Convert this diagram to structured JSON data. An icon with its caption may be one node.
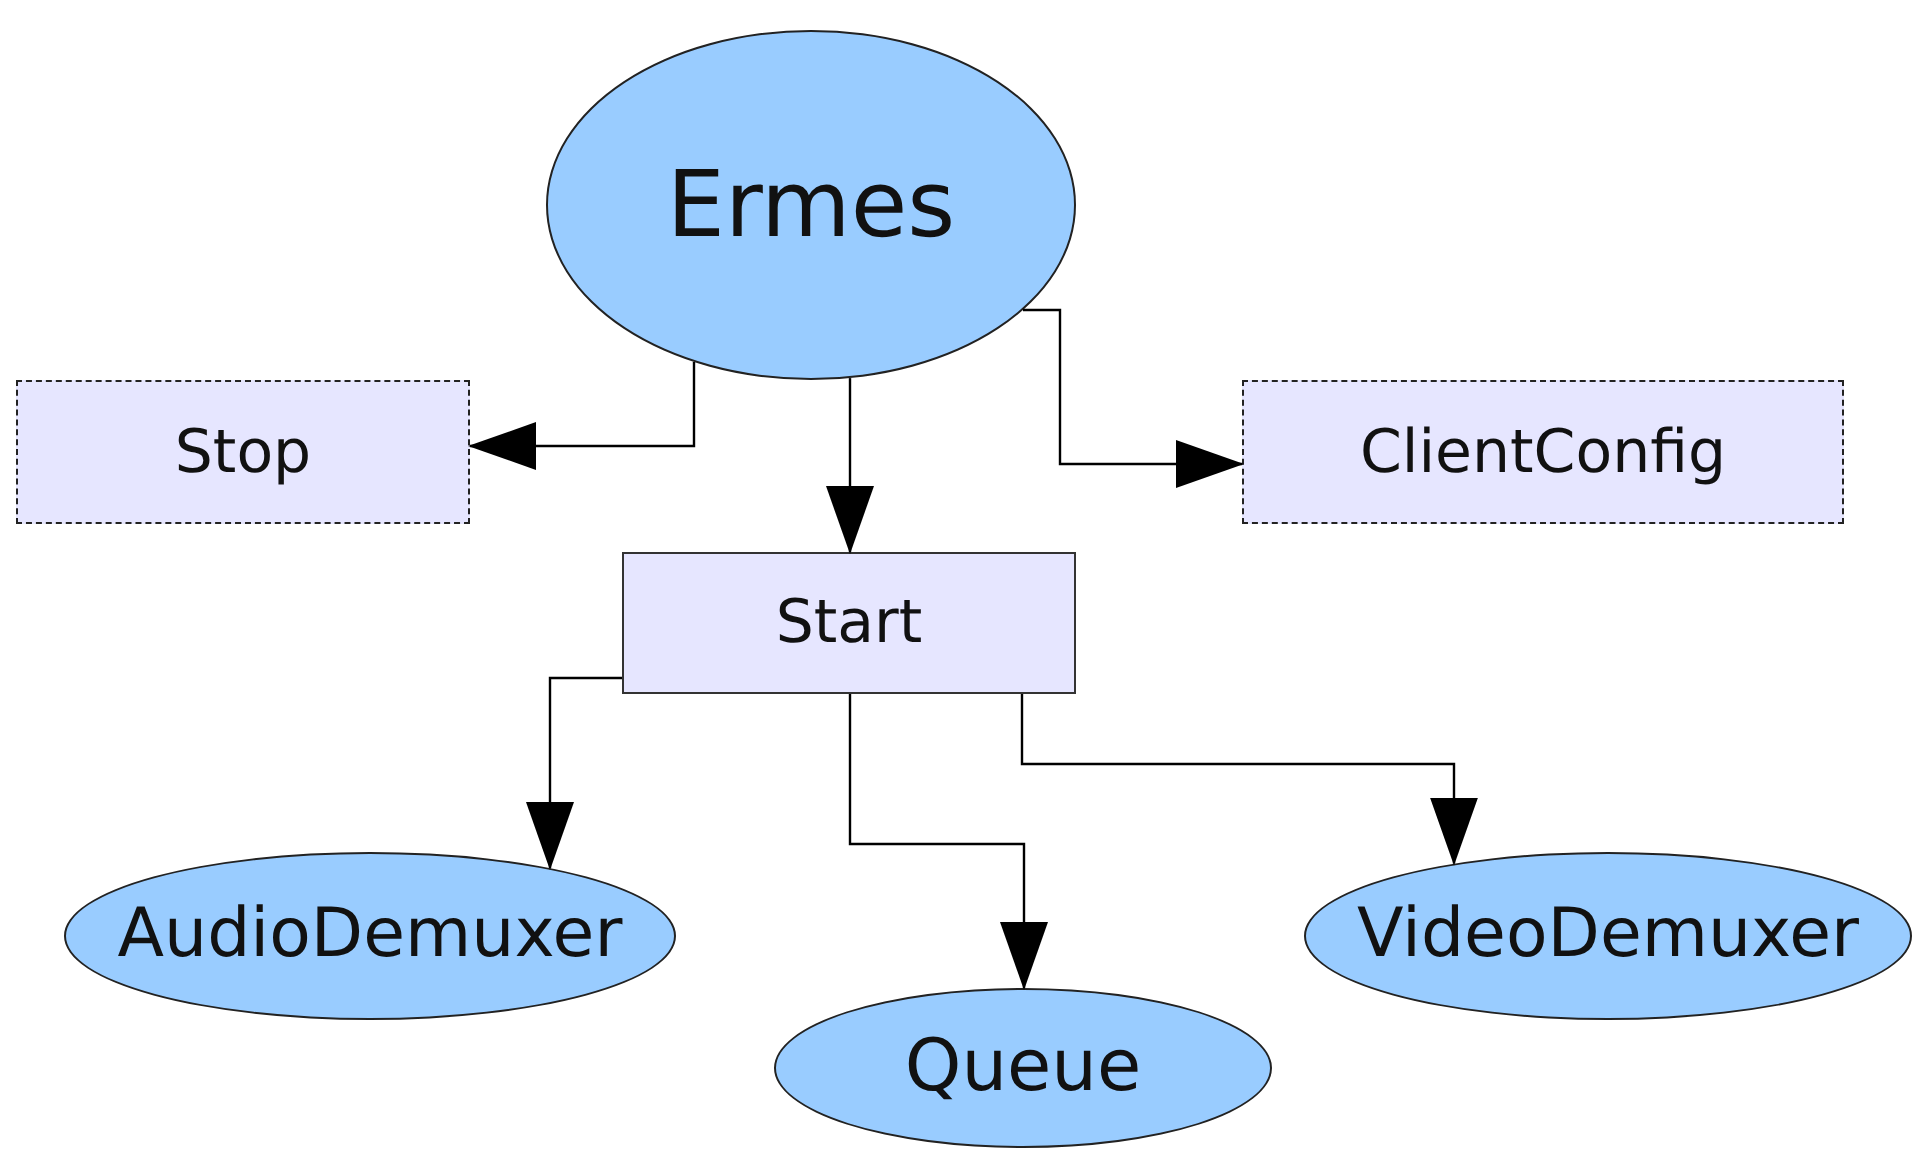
{
  "diagram": {
    "nodes": [
      {
        "text": [
          "Ermes"
        ]
      },
      {
        "text": [
          "Stop"
        ]
      },
      {
        "text": [
          "ClientConfig"
        ]
      },
      {
        "text": [
          "Start"
        ]
      },
      {
        "text": [
          "AudioDemuxer"
        ]
      },
      {
        "text": [
          "VideoDemuxer"
        ]
      },
      {
        "text": [
          "Queue"
        ]
      }
    ],
    "edges": [
      {
        "from": 0,
        "to": 1,
        "arrow": "to"
      },
      {
        "from": 0,
        "to": 2,
        "arrow": "to"
      },
      {
        "from": 0,
        "to": 3,
        "arrow": "to"
      },
      {
        "from": 3,
        "to": 4,
        "arrow": "to"
      },
      {
        "from": 3,
        "to": 5,
        "arrow": "to"
      },
      {
        "from": 3,
        "to": 6,
        "arrow": "to"
      }
    ]
  }
}
